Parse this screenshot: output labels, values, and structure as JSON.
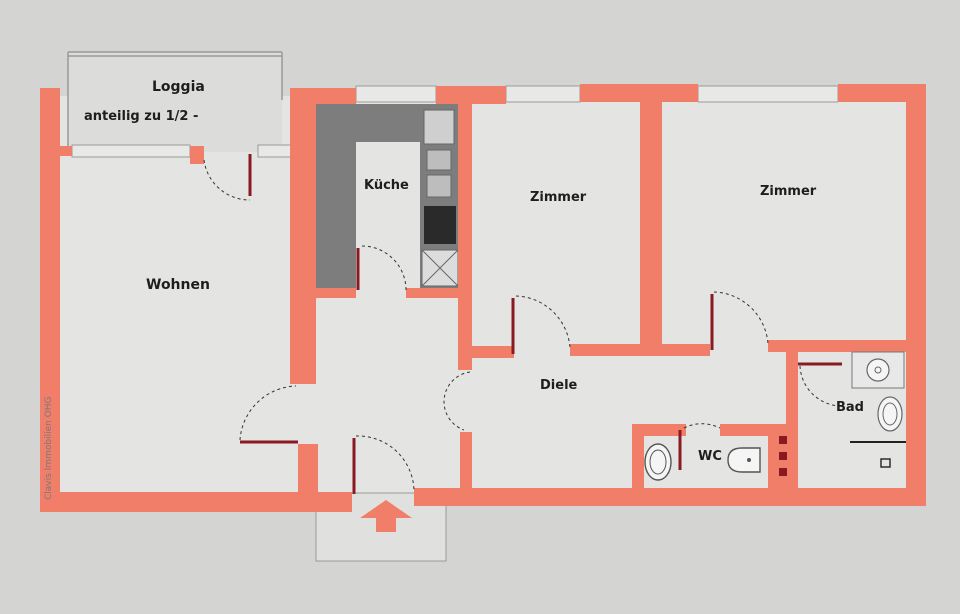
{
  "plan": {
    "rooms": {
      "loggia": "Loggia",
      "loggia_note": "anteilig zu 1/2 -",
      "kueche": "Küche",
      "zimmer_1": "Zimmer",
      "zimmer_2": "Zimmer",
      "wohnen": "Wohnen",
      "diele": "Diele",
      "bad": "Bad",
      "wc": "WC"
    },
    "watermark": "Clavis Immobilien OHG"
  },
  "colors": {
    "wall": "#f07e68",
    "floor": "#e4e4e2",
    "background": "#d4d4d2",
    "door": "#8a1a22",
    "kitchen_counter": "#7d7d7d",
    "arrow": "#f07e68"
  }
}
